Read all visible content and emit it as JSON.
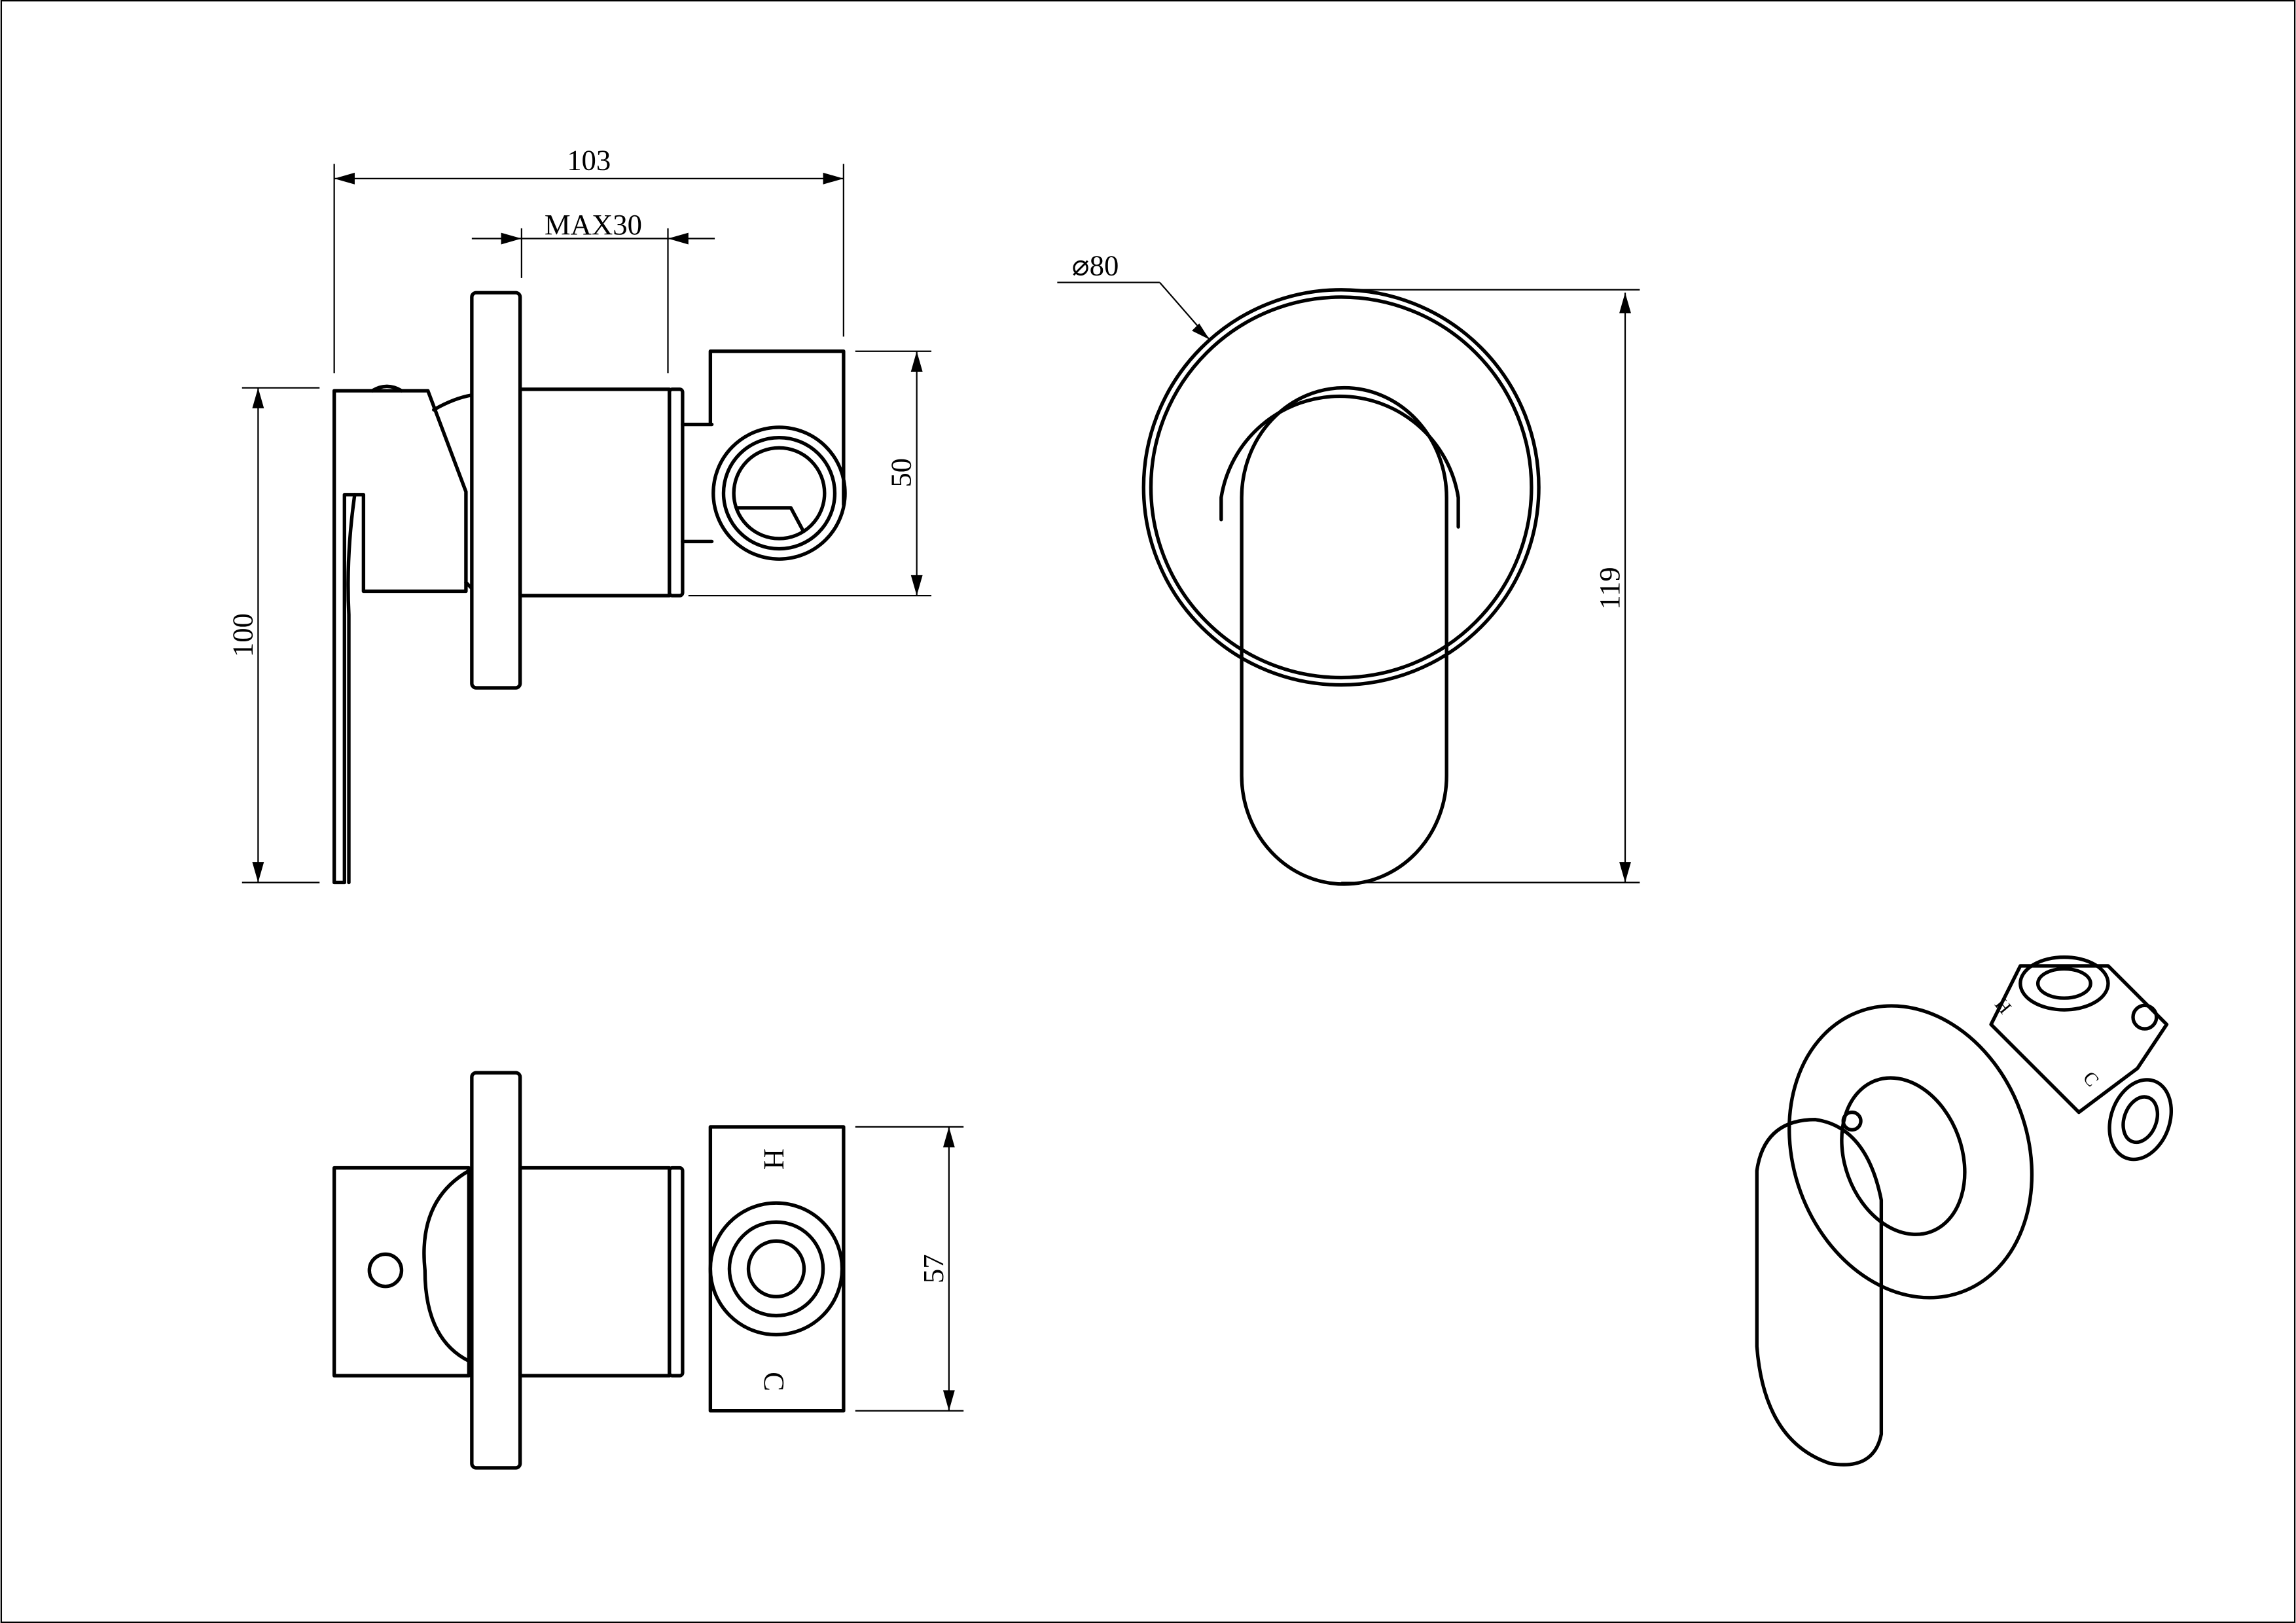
{
  "drawing": {
    "side_view": {
      "width_label": "103",
      "depth_label": "MAX30",
      "body_height_label": "50",
      "height_label": "100"
    },
    "front_view": {
      "diameter_label": "⌀80",
      "height_label": "119"
    },
    "top_view": {
      "body_height_label": "57",
      "hot_mark": "H",
      "cold_mark": "C"
    },
    "iso_view": {
      "hot_mark": "H",
      "cold_mark": "C"
    },
    "line_color": "#000000"
  }
}
